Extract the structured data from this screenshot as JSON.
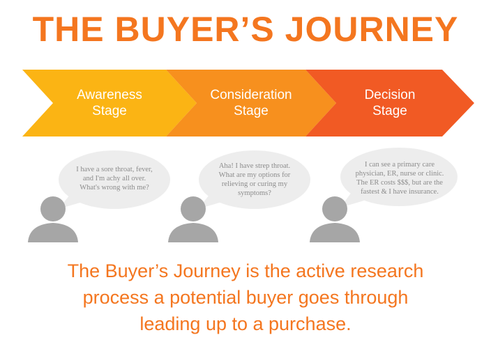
{
  "title": "THE BUYER’S JOURNEY",
  "stages": [
    {
      "label": "Awareness\nStage",
      "color": "#fbb414"
    },
    {
      "label": "Consideration\nStage",
      "color": "#f7901e"
    },
    {
      "label": "Decision\nStage",
      "color": "#f15a24"
    }
  ],
  "personas": [
    {
      "icon": "person-silhouette-icon",
      "quote": "I have a sore throat, fever,\nand I'm achy all over.\nWhat's wrong with me?"
    },
    {
      "icon": "person-silhouette-icon",
      "quote": "Aha! I have strep throat.\nWhat are my options for\nrelieving or curing my\nsymptoms?"
    },
    {
      "icon": "person-silhouette-icon",
      "quote": "I can see a primary care\nphysician, ER, nurse or clinic.\nThe ER costs $$$, but are the\nfastest & I have insurance."
    }
  ],
  "summary": "The Buyer’s Journey is the active research\nprocess a potential buyer goes through\nleading up to a purchase.",
  "colors": {
    "title": "#f4761f",
    "stage_text": "#ffffff",
    "bubble": "#ededed",
    "silhouette": "#a6a6a6",
    "quote_text": "#8c8c8c",
    "summary": "#f4761f"
  }
}
